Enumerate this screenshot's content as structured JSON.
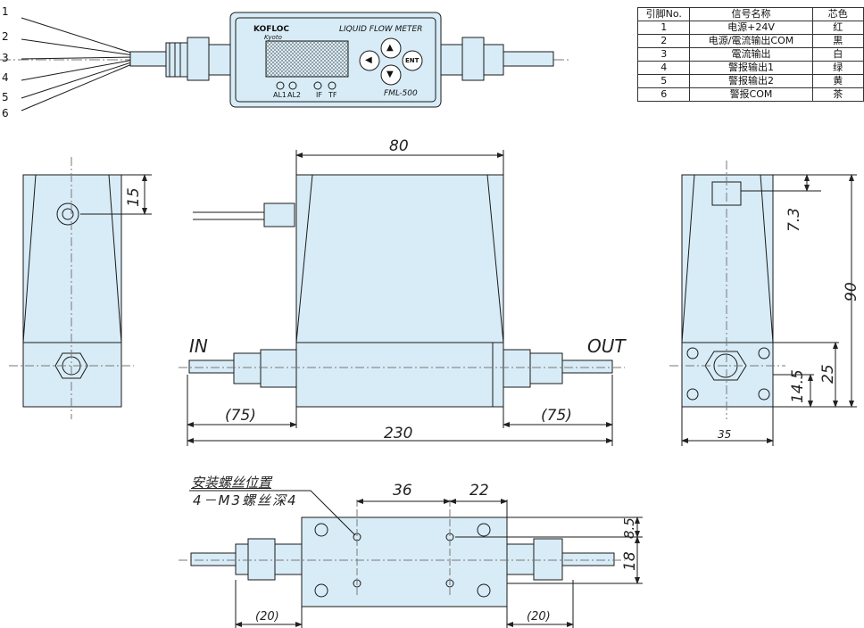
{
  "pin_labels": [
    "1",
    "2",
    "3",
    "4",
    "5",
    "6"
  ],
  "device": {
    "brand": "KOFLOC",
    "brand_sub": "Kyoto",
    "title": "LIQUID FLOW METER",
    "model": "FML-500",
    "leds": [
      "AL1",
      "AL2",
      "IF",
      "TF"
    ],
    "btn_up": "▲",
    "btn_left": "◀",
    "btn_down": "▼",
    "btn_ent": "ENT"
  },
  "pin_table": {
    "headers": [
      "引脚No.",
      "信号名称",
      "芯色"
    ],
    "rows": [
      [
        "1",
        "电源+24V",
        "红"
      ],
      [
        "2",
        "电源/電流输出COM",
        "黒"
      ],
      [
        "3",
        "電流输出",
        "白"
      ],
      [
        "4",
        "警报输出1",
        "绿"
      ],
      [
        "5",
        "警报输出2",
        "黄"
      ],
      [
        "6",
        "警报COM",
        "茶"
      ]
    ]
  },
  "dims": {
    "left_15": "15",
    "front_80": "80",
    "front_75_left": "(75)",
    "front_75_right": "(75)",
    "front_230": "230",
    "in_label": "IN",
    "out_label": "OUT",
    "right_7_3": "7.3",
    "right_90": "90",
    "right_25": "25",
    "right_14_5": "14.5",
    "right_35": "35",
    "bottom_36": "36",
    "bottom_22": "22",
    "bottom_8_5": "8.5",
    "bottom_18": "18",
    "bottom_20_left": "(20)",
    "bottom_20_right": "(20)"
  },
  "notes": {
    "mount_title": "安装螺丝位置",
    "mount_spec": "4－M3螺丝深4"
  },
  "colors": {
    "body_fill": "#d8ecf7",
    "line": "#1a1a1a"
  }
}
